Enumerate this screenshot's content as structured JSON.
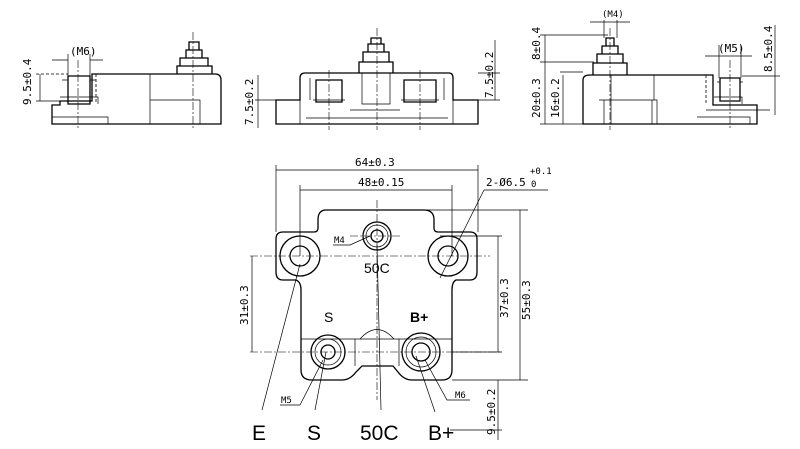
{
  "left_view": {
    "thread": "(M6)",
    "height": "9.5±0.4"
  },
  "front_view": {
    "left_height": "7.5±0.2",
    "right_height": "7.5±0.2"
  },
  "right_view": {
    "thread_top": "(M4)",
    "thread_side": "(M5)",
    "stud_height": "8±0.4",
    "total_height": "20±0.3",
    "body_height": "16±0.2",
    "side_height": "8.5±0.4"
  },
  "plan_view": {
    "width_overall": "64±0.3",
    "hole_spacing": "48±0.15",
    "hole_callout": "2-Ø6.5",
    "hole_tol_upper": "+0.1",
    "hole_tol_lower": "0",
    "height_overall": "55±0.3",
    "height_terminals": "37±0.3",
    "height_left": "31±0.3",
    "bottom_offset": "9.5±0.2",
    "thread_m4": "M4",
    "thread_m5": "M5",
    "thread_m6": "M6",
    "label_50c_top": "50C",
    "label_s_top": "S",
    "label_bplus_top": "B+"
  },
  "terminal_labels": [
    "E",
    "S",
    "50C",
    "B+"
  ]
}
